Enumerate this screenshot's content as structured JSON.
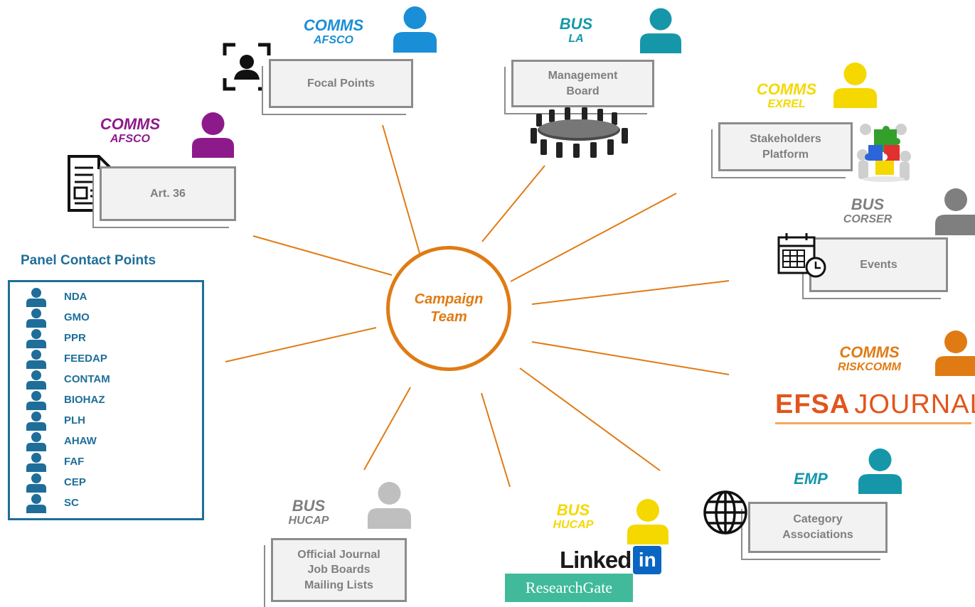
{
  "center": {
    "label": "Campaign\nTeam"
  },
  "colors": {
    "line": "#e07b14",
    "teal": "#1597a9",
    "blue": "#1a8ed6",
    "purple": "#8d1a8a",
    "yellow": "#f5d800",
    "gray": "#7f7f7f",
    "orange": "#e07b14",
    "navy": "#1f6e99"
  },
  "nodes": {
    "focal_points": {
      "role": "COMMS",
      "unit": "AFSCO",
      "box": "Focal Points",
      "icon": "contact-scan-icon"
    },
    "management_board": {
      "role": "BUS",
      "unit": "LA",
      "box": "Management\nBoard",
      "icon": "meeting-table-icon"
    },
    "stakeholders": {
      "role": "COMMS",
      "unit": "EXREL",
      "box": "Stakeholders\nPlatform",
      "icon": "puzzle-people-icon"
    },
    "art36": {
      "role": "COMMS",
      "unit": "AFSCO",
      "box": "Art. 36",
      "icon": "document-icon"
    },
    "events": {
      "role": "BUS",
      "unit": "CORSER",
      "box": "Events",
      "icon": "calendar-clock-icon"
    },
    "efsa_journal": {
      "role": "COMMS",
      "unit": "RISKCOMM",
      "logo_bold": "EFSA",
      "logo_light": "JOURNAL"
    },
    "category_associations": {
      "role": "EMP",
      "box": "Category\nAssociations",
      "icon": "globe-icon"
    },
    "linkedin": {
      "role": "BUS",
      "unit": "HUCAP",
      "logo_word": "Linked",
      "logo_badge": "in",
      "rg": "ResearchGate"
    },
    "official_journal": {
      "role": "BUS",
      "unit": "HUCAP",
      "box": "Official Journal\nJob Boards\nMailing Lists"
    }
  },
  "panel": {
    "title": "Panel Contact Points",
    "items": [
      "NDA",
      "GMO",
      "PPR",
      "FEEDAP",
      "CONTAM",
      "BIOHAZ",
      "PLH",
      "AHAW",
      "FAF",
      "CEP",
      "SC"
    ]
  }
}
